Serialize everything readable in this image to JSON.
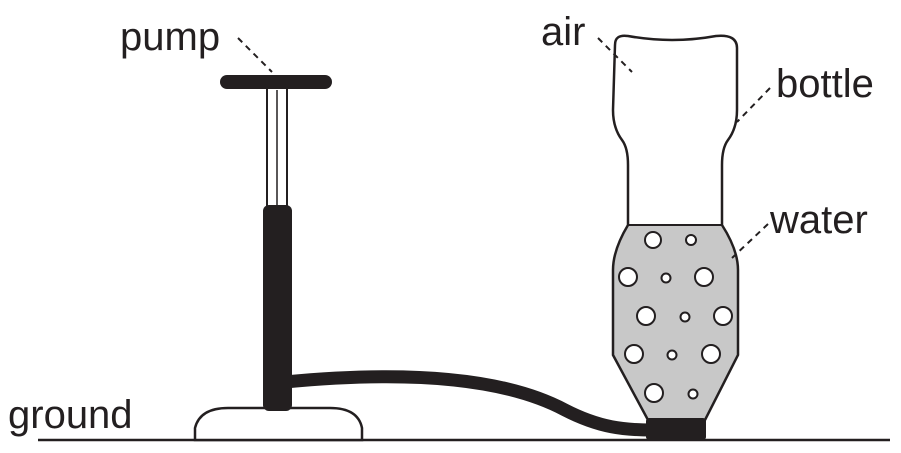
{
  "labels": {
    "pump": "pump",
    "air": "air",
    "bottle": "bottle",
    "water": "water",
    "ground": "ground"
  },
  "colors": {
    "ink": "#231f20",
    "water": "#c8c8c8",
    "background": "#ffffff"
  }
}
